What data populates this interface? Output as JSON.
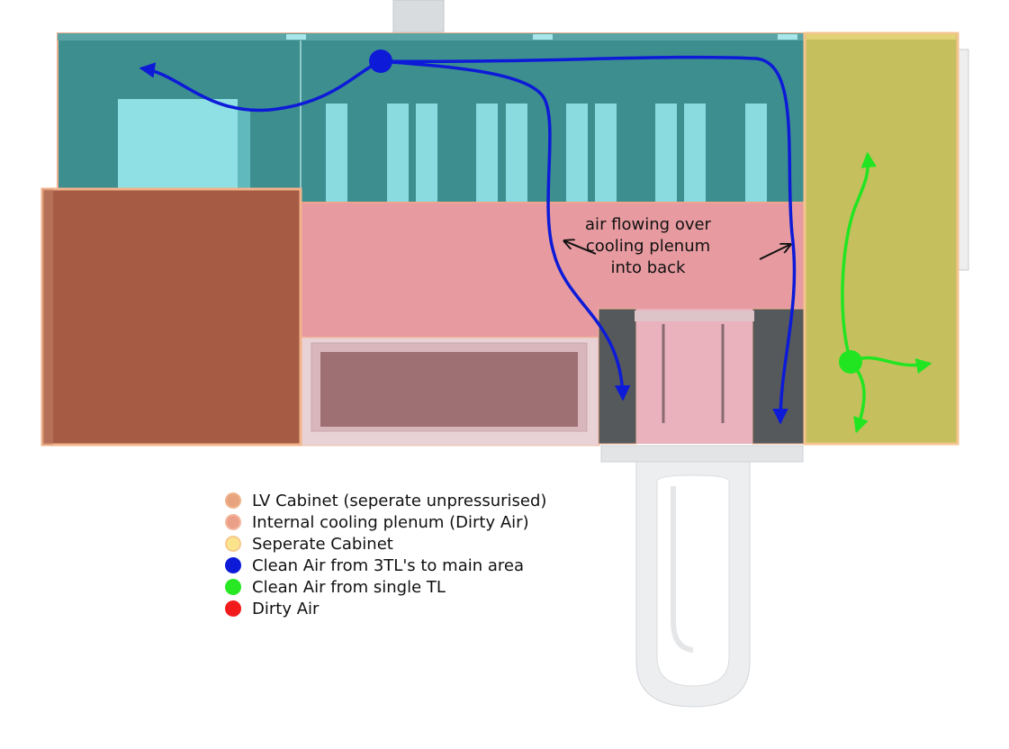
{
  "annotation": {
    "lines": [
      "air flowing over",
      "cooling plenum",
      "into back"
    ]
  },
  "legend": [
    {
      "label": "LV Cabinet (seperate unpressurised)",
      "color": "#e6a37e",
      "border": "#f0b48c"
    },
    {
      "label": "Internal cooling plenum (Dirty Air)",
      "color": "#ec9f88",
      "border": "#f4b79e"
    },
    {
      "label": "Seperate Cabinet",
      "color": "#fbe38b",
      "border": "#f6c98f"
    },
    {
      "label": "Clean Air from 3TL's to main area",
      "color": "#0d1bd8",
      "border": "#0d1bd8"
    },
    {
      "label": "Clean Air from single TL",
      "color": "#27e823",
      "border": "#27e823"
    },
    {
      "label": "Dirty Air",
      "color": "#f21b1b",
      "border": "#f21b1b"
    }
  ],
  "colors": {
    "clean_air_3tl": "#0d1bd8",
    "clean_air_single": "#22e522",
    "lv_cabinet": "#a65d44",
    "cooling_plenum": "#e89ca0",
    "separate_cabinet": "#c6c05e",
    "main_area": "#3a8c8c"
  }
}
